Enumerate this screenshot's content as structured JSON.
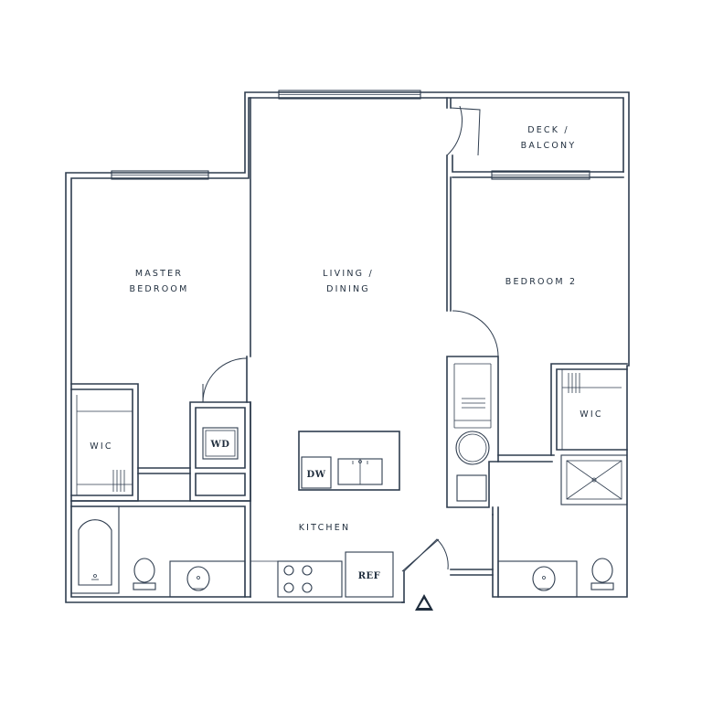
{
  "rooms": {
    "master_line1": "MASTER",
    "master_line2": "BEDROOM",
    "living_line1": "LIVING /",
    "living_line2": "DINING",
    "bedroom2": "BEDROOM 2",
    "deck_line1": "DECK /",
    "deck_line2": "BALCONY",
    "wic_left": "WIC",
    "wic_right": "WIC",
    "kitchen": "KITCHEN"
  },
  "appliances": {
    "washer_dryer": "WD",
    "dishwasher": "DW",
    "refrigerator": "REF"
  },
  "colors": {
    "line": "#2f3d4f",
    "north_arrow": "#1f2d3d"
  },
  "icons": {
    "north_arrow": "north-arrow-icon"
  }
}
